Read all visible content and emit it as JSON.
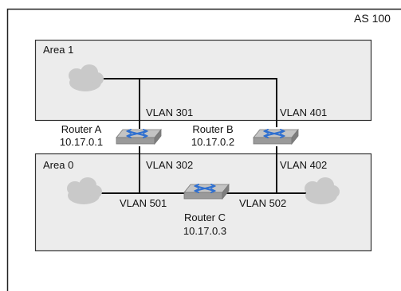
{
  "as_label": "AS 100",
  "areas": {
    "area1": "Area 1",
    "area0": "Area 0"
  },
  "routers": {
    "a": {
      "name": "Router A",
      "ip": "10.17.0.1"
    },
    "b": {
      "name": "Router B",
      "ip": "10.17.0.2"
    },
    "c": {
      "name": "Router C",
      "ip": "10.17.0.3"
    }
  },
  "vlans": {
    "v301": "VLAN 301",
    "v401": "VLAN 401",
    "v302": "VLAN 302",
    "v402": "VLAN 402",
    "v501": "VLAN 501",
    "v502": "VLAN 502"
  },
  "colors": {
    "as_border": "#222222",
    "area_fill": "#ececec",
    "area_border": "#333333",
    "link": "#111111",
    "cloud": "#c9c9c9",
    "router_top": "#c4c4c4",
    "router_side": "#8c8c8c",
    "router_arrow": "#2e6fd0"
  },
  "icons": {
    "cloud": "cloud-icon",
    "router": "router-icon"
  }
}
